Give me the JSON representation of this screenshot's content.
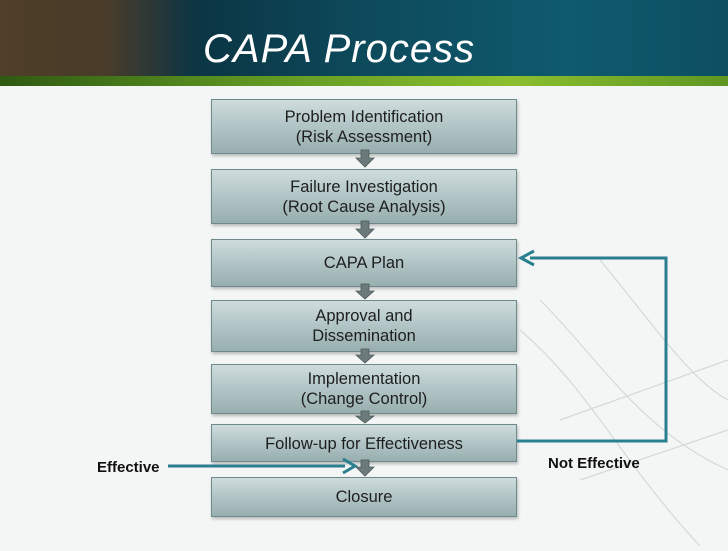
{
  "page": {
    "title": "CAPA Process"
  },
  "steps": [
    {
      "label": "Problem Identification\n(Risk Assessment)"
    },
    {
      "label": "Failure Investigation\n(Root Cause Analysis)"
    },
    {
      "label": "CAPA Plan"
    },
    {
      "label": "Approval and\nDissemination"
    },
    {
      "label": "Implementation\n(Change Control)"
    },
    {
      "label": "Follow-up for Effectiveness"
    },
    {
      "label": "Closure"
    }
  ],
  "loop": {
    "effective_label": "Effective",
    "not_effective_label": "Not Effective"
  },
  "colors": {
    "accent_teal": "#0f5a6e",
    "accent_green": "#6fa82a",
    "connector": "#2a7f8f",
    "step_fill": "#b4c7c8"
  }
}
